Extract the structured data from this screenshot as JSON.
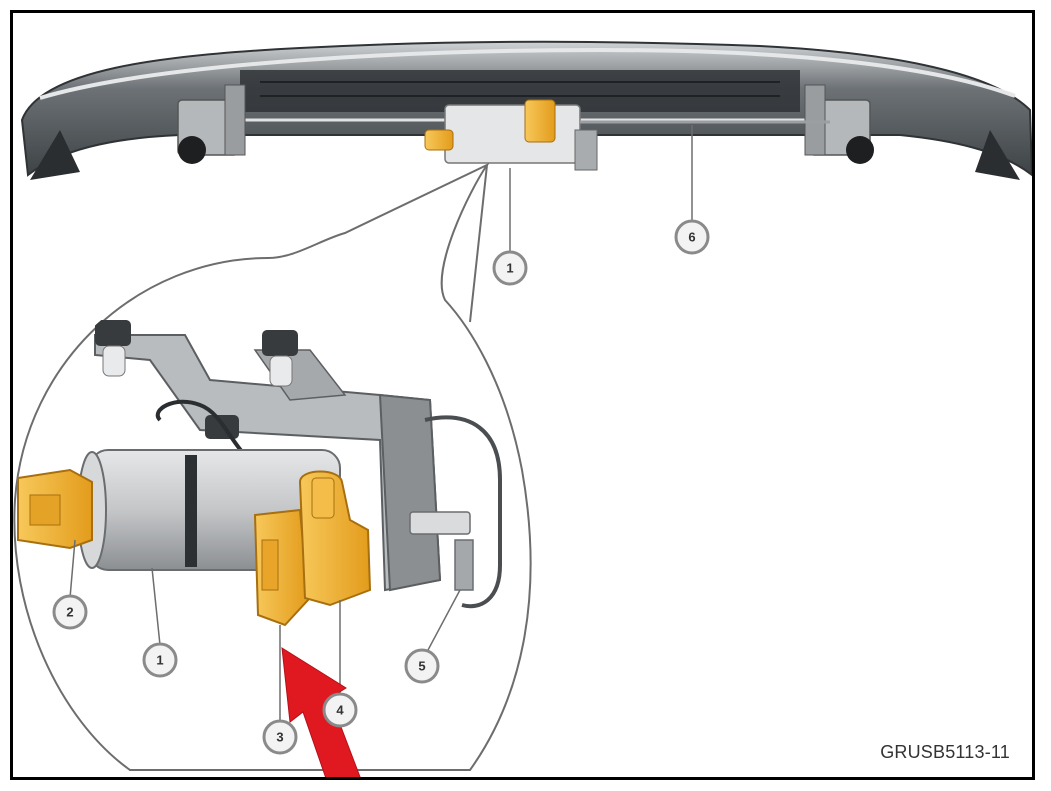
{
  "figure": {
    "code": "GRUSB5113-11",
    "colors": {
      "frame": "#000000",
      "bumper": "#5a5f63",
      "bumper_highlight": "#c9ccce",
      "pump_body": "#c7c9cb",
      "bracket": "#8b8e91",
      "valve_yellow": "#f2b233",
      "arrow": "#e0181f",
      "callout_ring": "#8a8a8a"
    },
    "icons": [
      "arrow-icon"
    ],
    "callouts": [
      {
        "name": "callout-1-top",
        "label": "1"
      },
      {
        "name": "callout-6",
        "label": "6"
      },
      {
        "name": "callout-2",
        "label": "2"
      },
      {
        "name": "callout-1-detail",
        "label": "1"
      },
      {
        "name": "callout-5",
        "label": "5"
      },
      {
        "name": "callout-4",
        "label": "4"
      },
      {
        "name": "callout-3",
        "label": "3"
      }
    ]
  }
}
